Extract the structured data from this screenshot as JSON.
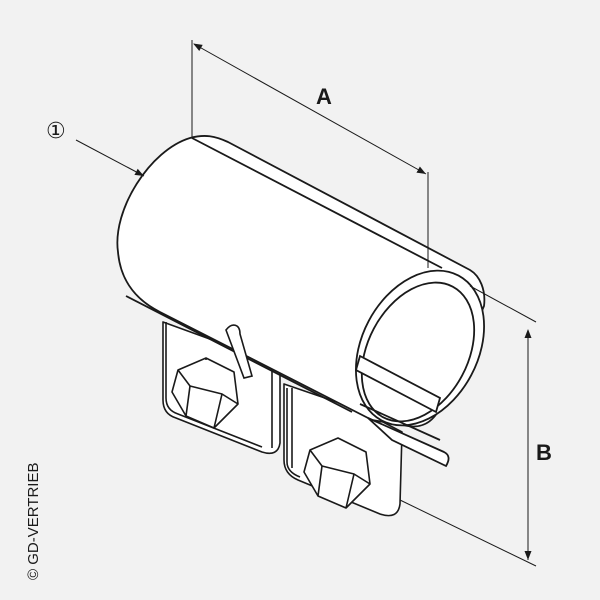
{
  "labels": {
    "dimension_a": "A",
    "dimension_b": "B",
    "callout_1": "①",
    "copyright": "© GD-VERTRIEB"
  },
  "colors": {
    "background": "#f2f2f2",
    "line": "#1a1a1a",
    "fill": "#ffffff"
  }
}
